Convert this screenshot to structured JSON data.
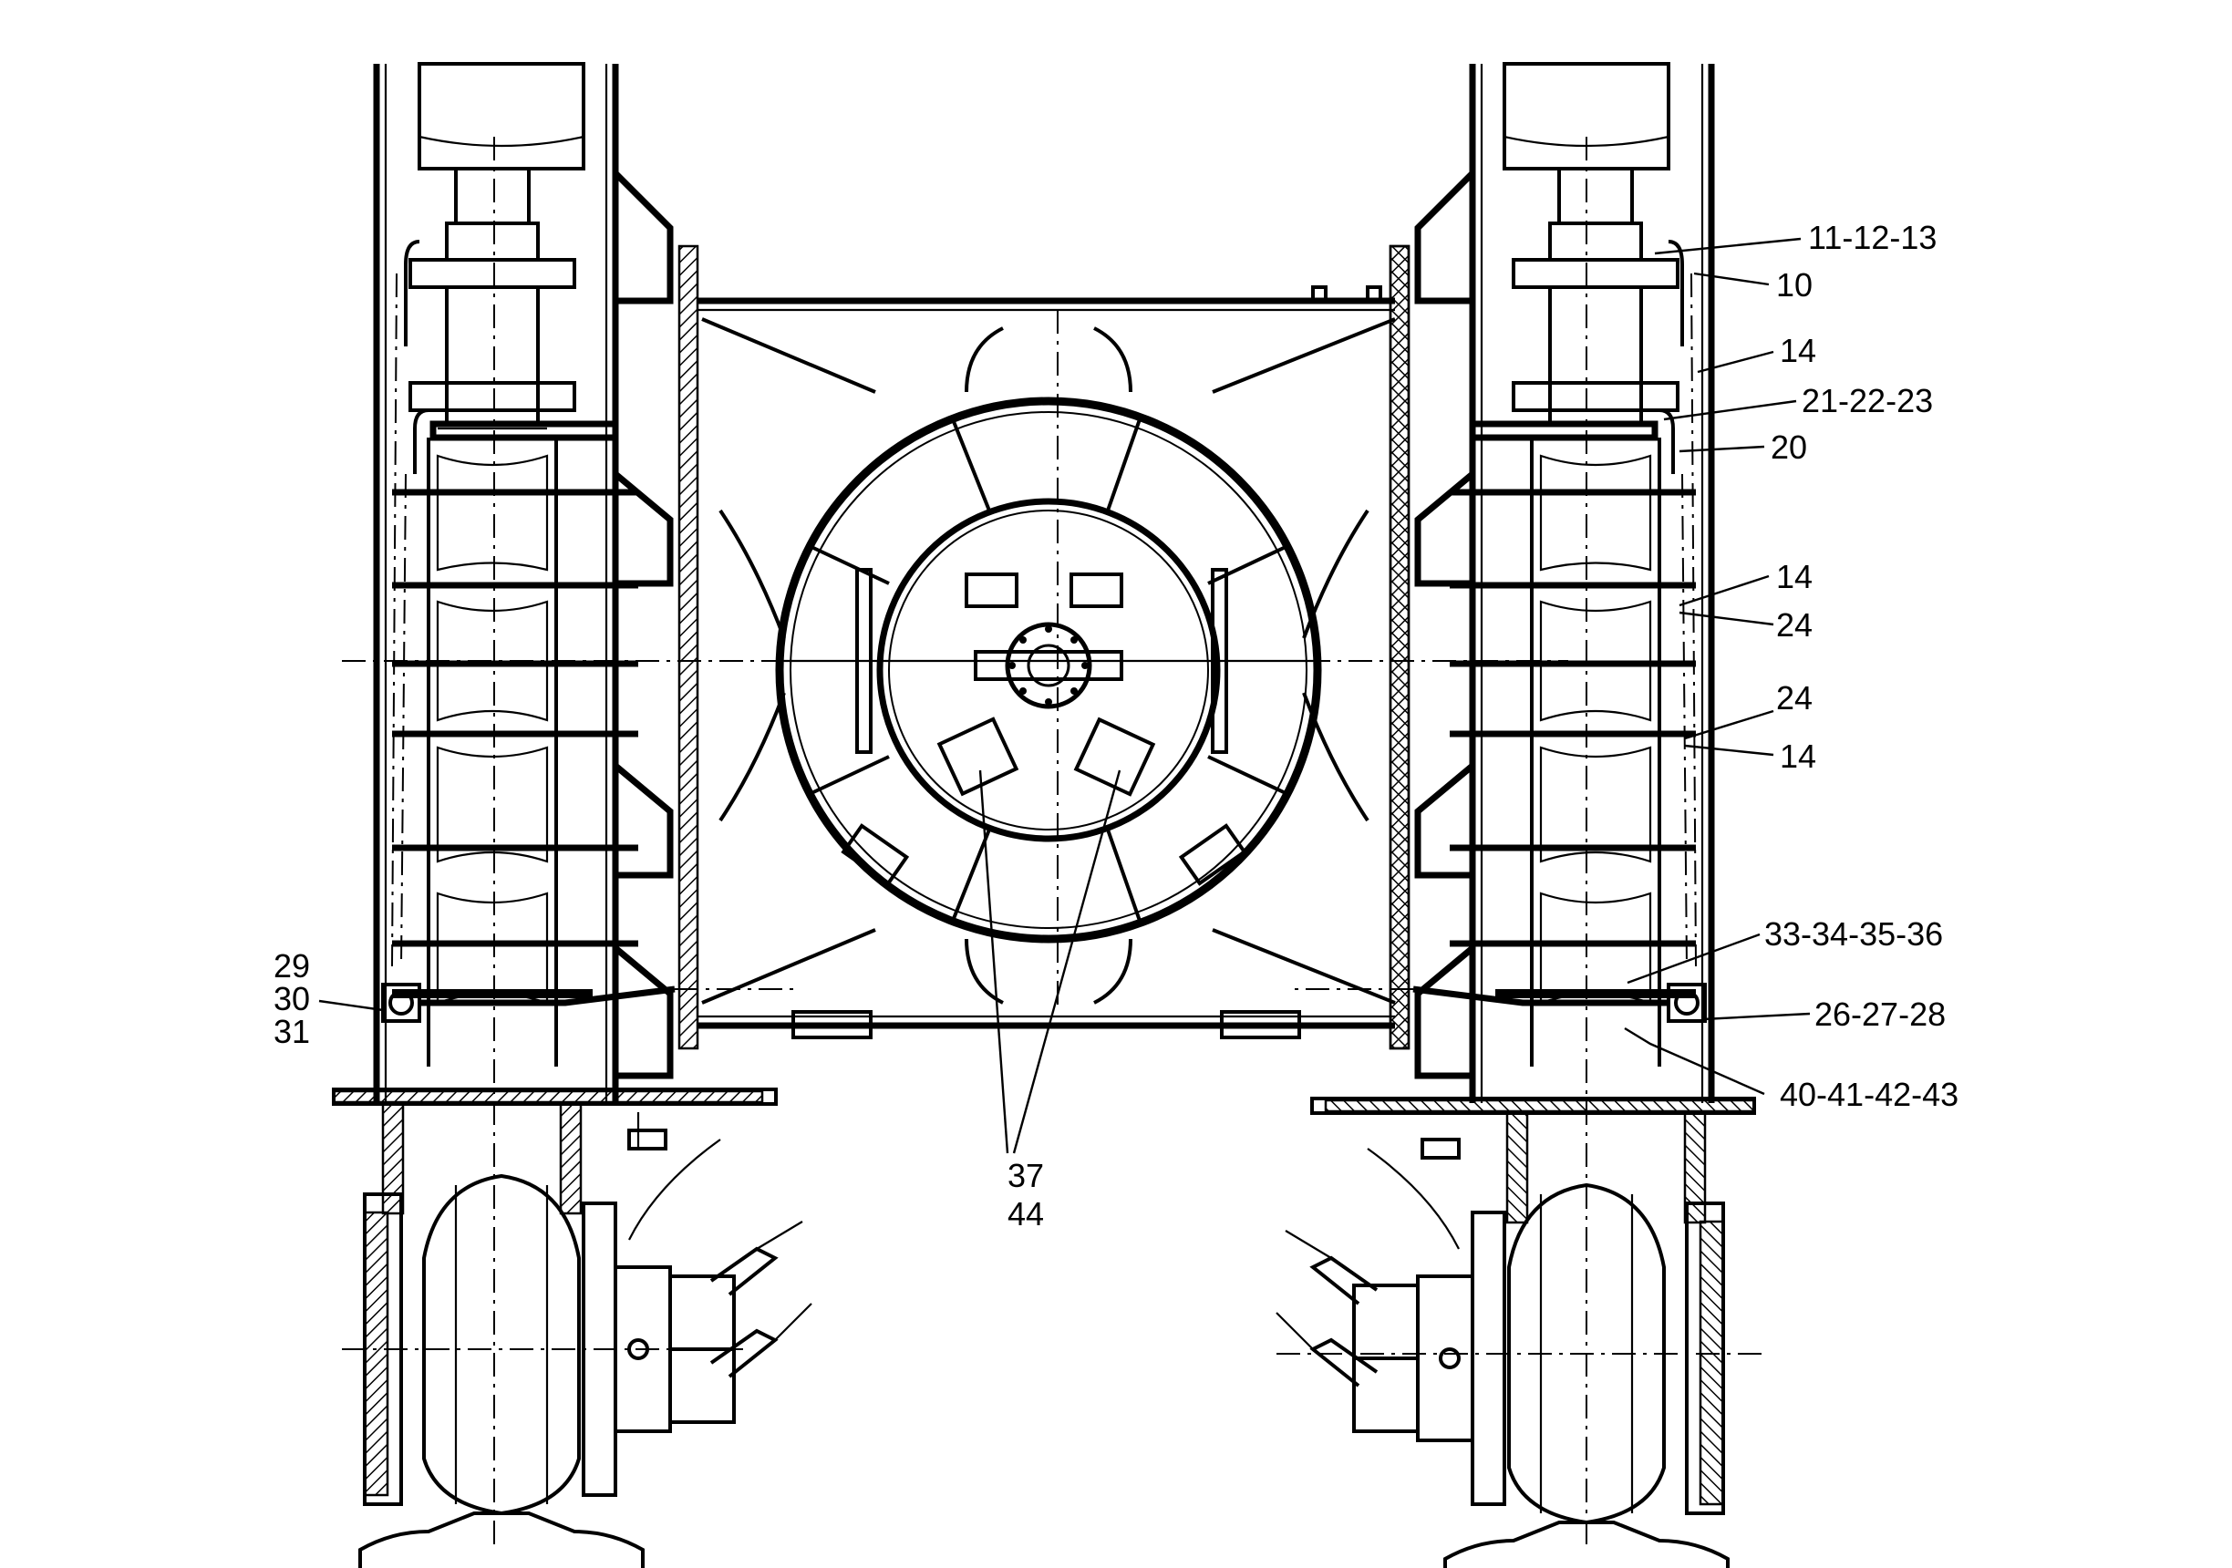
{
  "callouts": {
    "c_11_12_13": "11-12-13",
    "c_10": "10",
    "c_14_a": "14",
    "c_21_22_23": "21-22-23",
    "c_20": "20",
    "c_14_b": "14",
    "c_24_a": "24",
    "c_24_b": "24",
    "c_14_c": "14",
    "c_33_34_35_36": "33-34-35-36",
    "c_26_27_28": "26-27-28",
    "c_40_41_42_43": "40-41-42-43",
    "c_29": "29",
    "c_30": "30",
    "c_31": "31",
    "c_37": "37",
    "c_44": "44"
  },
  "colors": {
    "ink": "#000000",
    "paper": "#ffffff"
  }
}
